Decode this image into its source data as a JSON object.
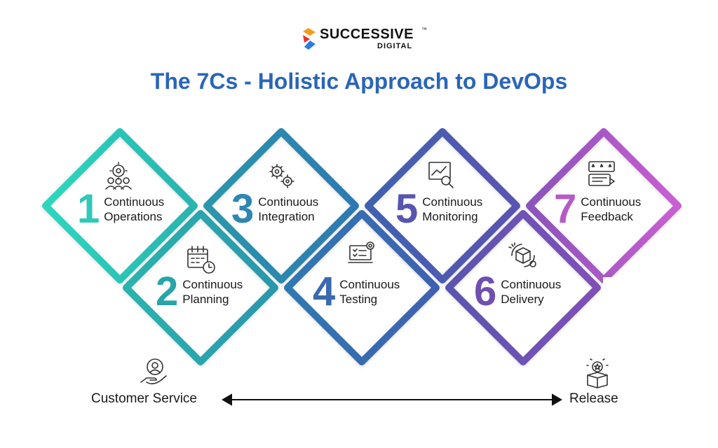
{
  "brand": {
    "name": "SUCCESSIVE",
    "tm": "™",
    "sub": "DIGITAL"
  },
  "title": "The 7Cs - Holistic Approach to DevOps",
  "colors": {
    "title": "#2a66b8",
    "c1": "#2ec9b8",
    "c2": "#27a5a8",
    "c3": "#2e86b2",
    "c4": "#3a6aaf",
    "c5": "#5656b0",
    "c6": "#6f4fb0",
    "c7": "#b55cc4"
  },
  "steps": [
    {
      "number": "1",
      "line1": "Continuous",
      "line2": "Operations",
      "icon": "team-gear-icon"
    },
    {
      "number": "2",
      "line1": "Continuous",
      "line2": "Planning",
      "icon": "calendar-clock-icon"
    },
    {
      "number": "3",
      "line1": "Continuous",
      "line2": "Integration",
      "icon": "gears-icon"
    },
    {
      "number": "4",
      "line1": "Continuous",
      "line2": "Testing",
      "icon": "laptop-checklist-icon"
    },
    {
      "number": "5",
      "line1": "Continuous",
      "line2": "Monitoring",
      "icon": "chart-magnifier-icon"
    },
    {
      "number": "6",
      "line1": "Continuous",
      "line2": "Delivery",
      "icon": "box-cycle-icon"
    },
    {
      "number": "7",
      "line1": "Continuous",
      "line2": "Feedback",
      "icon": "star-review-icon"
    }
  ],
  "bottom": {
    "left": "Customer Service",
    "right": "Release"
  }
}
